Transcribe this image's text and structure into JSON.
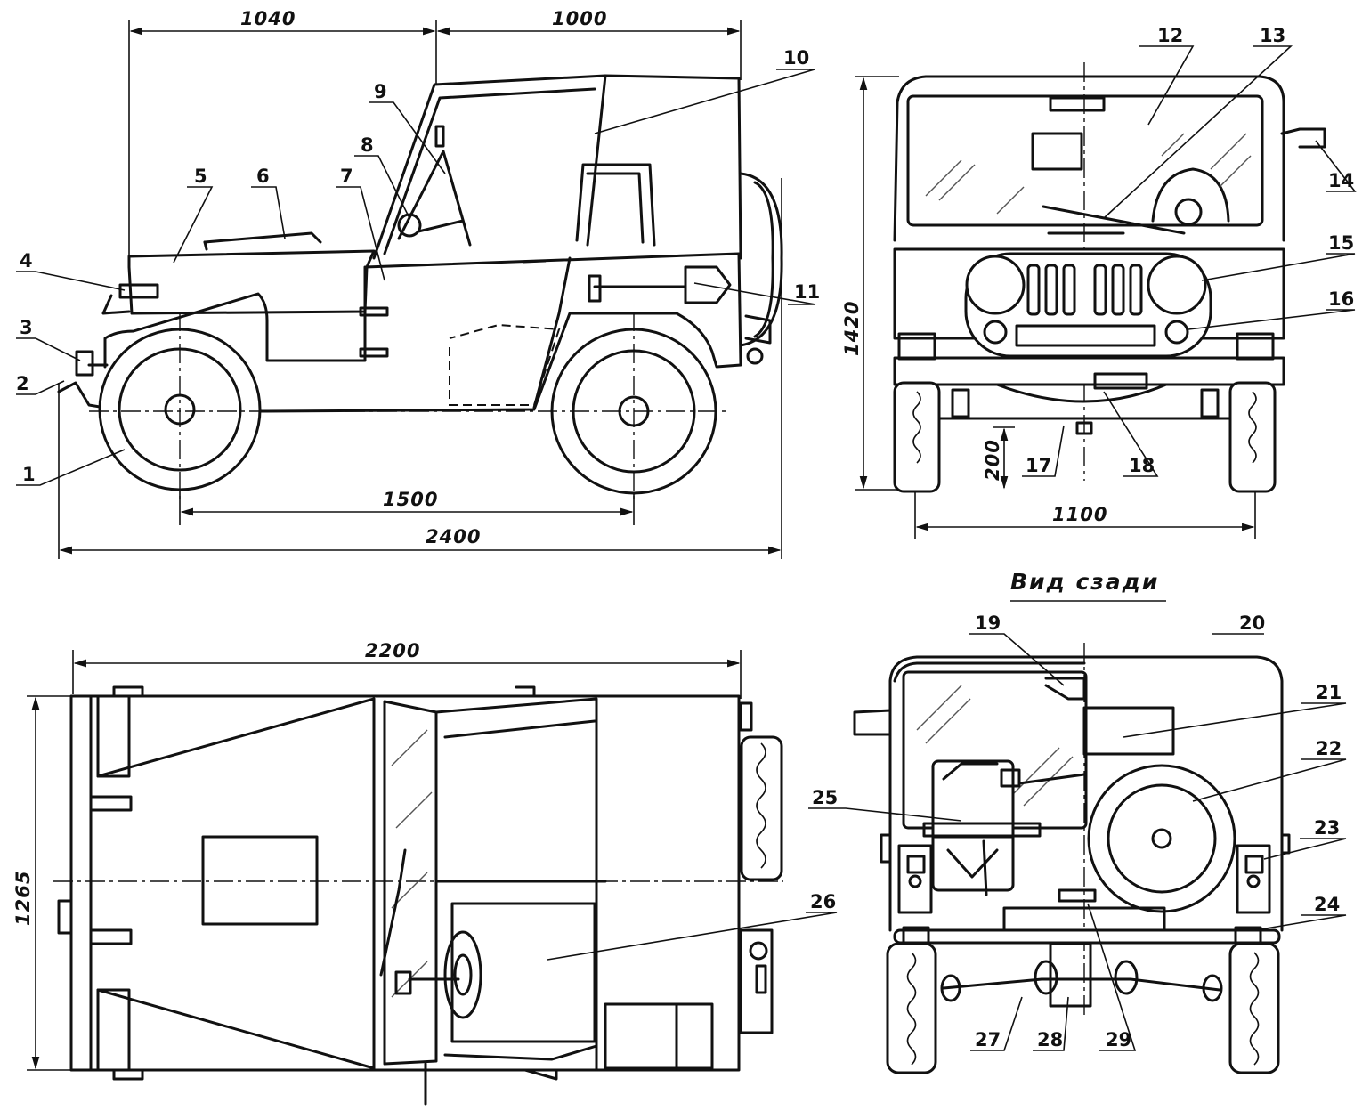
{
  "dimensions": {
    "side_front_overhang": "1040",
    "side_cabin": "1000",
    "wheelbase": "1500",
    "overall_length": "2400",
    "front_height": "1420",
    "front_ground_clearance": "200",
    "front_track": "1100",
    "top_length": "2200",
    "top_width": "1265"
  },
  "rear_view_caption": "Вид сзади",
  "callouts": [
    "1",
    "2",
    "3",
    "4",
    "5",
    "6",
    "7",
    "8",
    "9",
    "10",
    "11",
    "12",
    "13",
    "14",
    "15",
    "16",
    "17",
    "18",
    "19",
    "20",
    "21",
    "22",
    "23",
    "24",
    "25",
    "26",
    "27",
    "28",
    "29"
  ]
}
